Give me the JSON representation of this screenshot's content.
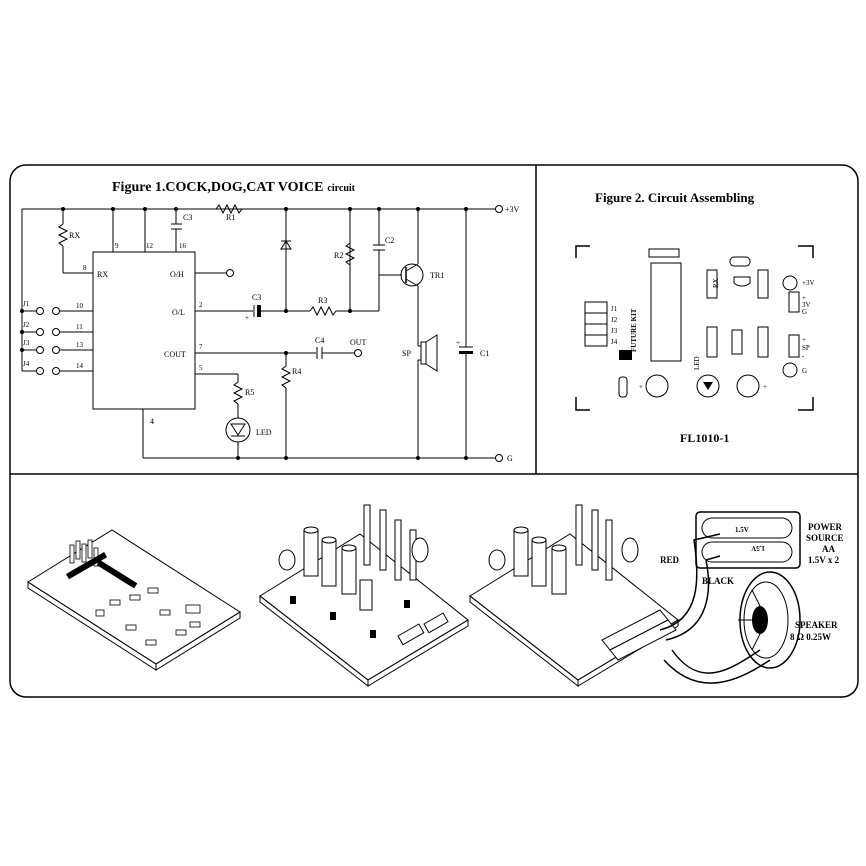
{
  "figure1": {
    "title_main": "Figure 1.COCK,DOG,CAT VOICE",
    "title_suffix": "circuit",
    "supply_label": "+3V",
    "ground_label": "G",
    "ic_pin_labels": {
      "rx": "RX",
      "oh": "O/H",
      "ol": "O/L",
      "cout": "COUT"
    },
    "ic_pins": {
      "p9": "9",
      "p12": "12",
      "p16": "16",
      "p8": "8",
      "p2": "2",
      "p7": "7",
      "p5": "5",
      "p4": "4",
      "p10": "10",
      "p11": "11",
      "p13": "13",
      "p14": "14"
    },
    "jumpers": [
      "J1",
      "J2",
      "J3",
      "J4"
    ],
    "components": {
      "rx": "RX",
      "c3_top": "C3",
      "r1": "R1",
      "r2": "R2",
      "c2": "C2",
      "tr1": "TR1",
      "c3": "C3",
      "r3": "R3",
      "c4": "C4",
      "out": "OUT",
      "sp": "SP",
      "c1": "C1",
      "r4": "R4",
      "r5": "R5",
      "led": "LED"
    }
  },
  "figure2": {
    "title": "Figure 2. Circuit Assembling",
    "board_code": "FL1010-1",
    "jumpers": [
      "J1",
      "J2",
      "J3",
      "J4"
    ],
    "brand": "FUTURE KIT",
    "labels": {
      "rx": "RX",
      "led": "LED",
      "plus3v": "+3V",
      "three_v": "3V",
      "g": "G",
      "sp": "SP",
      "g2": "G",
      "plus": "+",
      "minus": "-"
    }
  },
  "bottom": {
    "power_source": [
      "POWER",
      "SOURCE",
      "AA",
      "1.5V x 2"
    ],
    "battery_cells": [
      "1.5V",
      "1.5V"
    ],
    "red_wire": "RED",
    "black_wire": "BLACK",
    "speaker": [
      "SPEAKER",
      "8 Ω 0.25W"
    ]
  }
}
